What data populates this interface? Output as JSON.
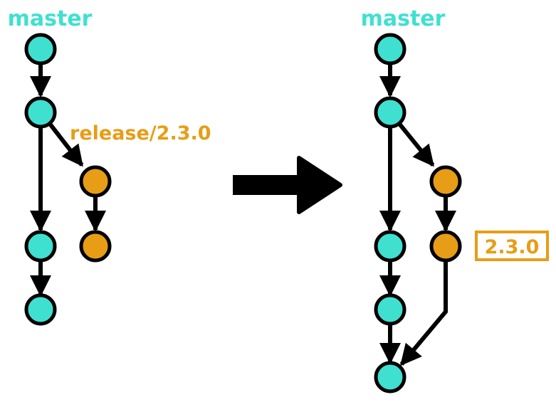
{
  "diagram": {
    "left": {
      "master_label": "master",
      "branch_label": "release/2.3.0"
    },
    "right": {
      "master_label": "master",
      "tag_label": "2.3.0"
    }
  },
  "colors": {
    "master": "#40e0d0",
    "release": "#e89d16",
    "stroke": "#000000"
  }
}
